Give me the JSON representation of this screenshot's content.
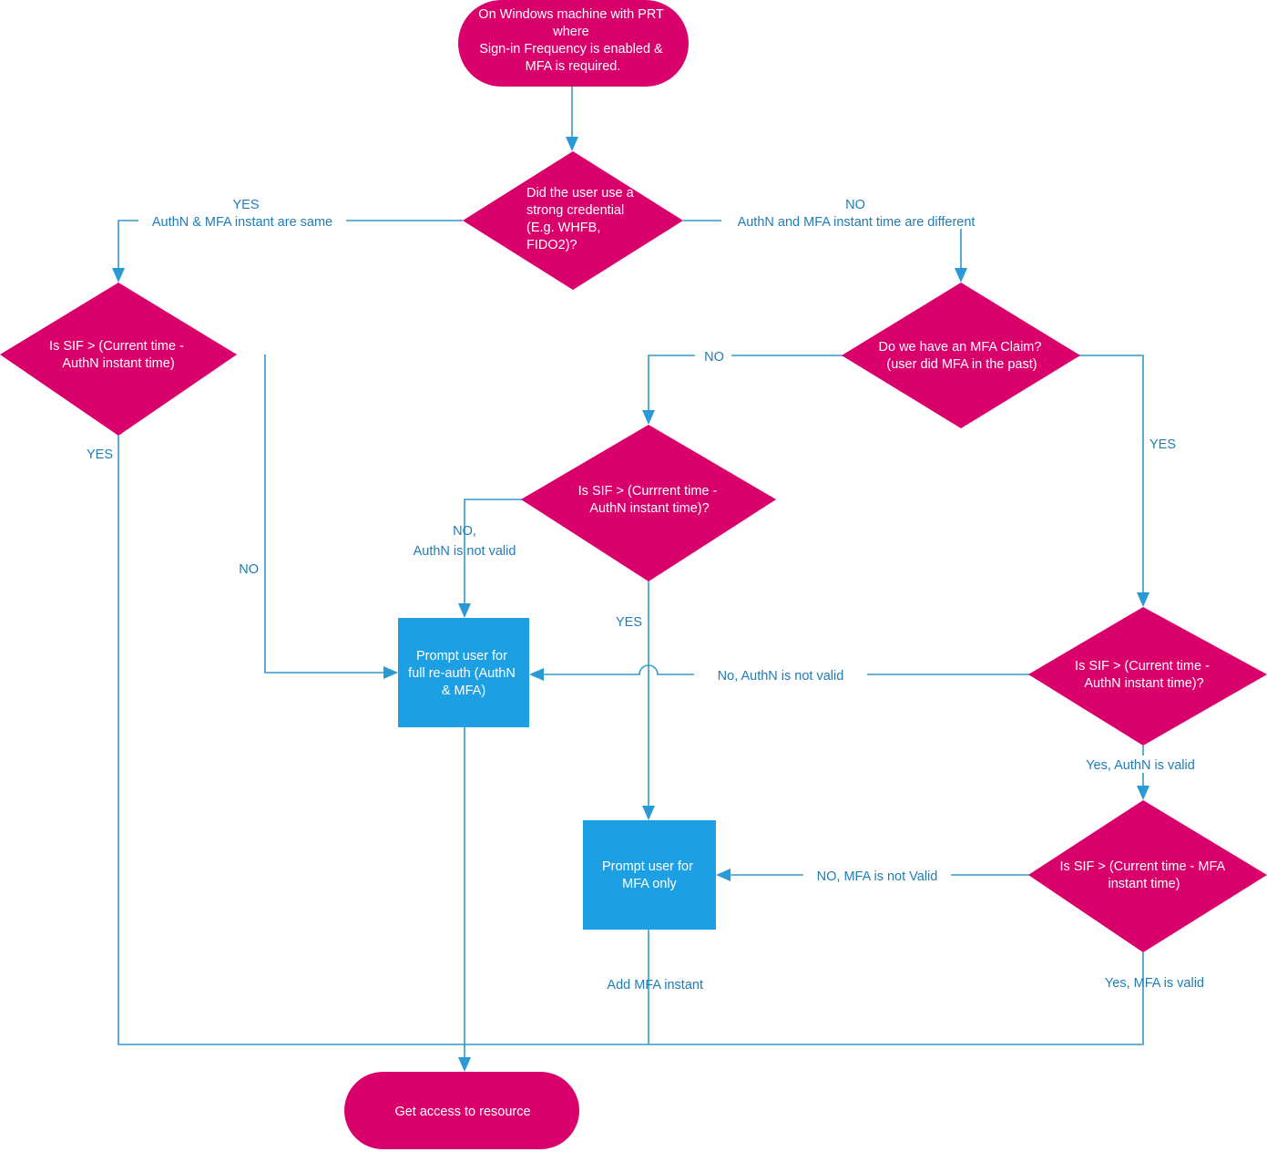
{
  "diagram": {
    "title": "Sign-in Frequency and MFA re-authentication decision flow",
    "colors": {
      "node_pink": "#D9006C",
      "node_blue": "#1CA0E3",
      "edge_blue": "#3399CC",
      "label_blue": "#1F7CB5",
      "node_text": "#FFFFFF",
      "background": "#FFFFFF"
    },
    "nodes": [
      {
        "id": "start",
        "type": "terminator",
        "color": "#D9006C",
        "lines": [
          "On Windows machine with PRT",
          "where",
          "Sign-in Frequency is enabled &",
          "MFA is required."
        ]
      },
      {
        "id": "strong-credential",
        "type": "decision",
        "color": "#D9006C",
        "lines": [
          "Did the user use a",
          "strong credential",
          "(E.g. WHFB,",
          "FIDO2)?"
        ]
      },
      {
        "id": "sif-authn-left",
        "type": "decision",
        "color": "#D9006C",
        "lines": [
          "Is SIF > (Current time -",
          "AuthN instant time)"
        ]
      },
      {
        "id": "mfa-claim",
        "type": "decision",
        "color": "#D9006C",
        "lines": [
          "Do we have an MFA Claim?",
          "(user did MFA in the past)"
        ]
      },
      {
        "id": "sif-authn-mid",
        "type": "decision",
        "color": "#D9006C",
        "lines": [
          "Is SIF > (Currrent time -",
          "AuthN instant time)?"
        ]
      },
      {
        "id": "sif-authn-right",
        "type": "decision",
        "color": "#D9006C",
        "lines": [
          "Is SIF > (Current time -",
          "AuthN instant time)?"
        ]
      },
      {
        "id": "sif-mfa-right",
        "type": "decision",
        "color": "#D9006C",
        "lines": [
          "Is SIF >  (Current time - MFA",
          "instant time)"
        ]
      },
      {
        "id": "prompt-full-reauth",
        "type": "process",
        "color": "#1CA0E3",
        "lines": [
          "Prompt user for",
          "full re-auth (AuthN",
          "& MFA)"
        ]
      },
      {
        "id": "prompt-mfa-only",
        "type": "process",
        "color": "#1CA0E3",
        "lines": [
          "Prompt user for",
          "MFA only"
        ]
      },
      {
        "id": "end",
        "type": "terminator",
        "color": "#D9006C",
        "lines": [
          "Get access to resource"
        ]
      }
    ],
    "edge_labels": {
      "yes_top_left": "YES",
      "authn_mfa_same": "AuthN & MFA instant are same",
      "no_top_right": "NO",
      "authn_mfa_different": "AuthN and MFA instant time are different",
      "yes_left_down": "YES",
      "no_left_right": "NO",
      "no_mfa_claim": "NO",
      "yes_mfa_claim": "YES",
      "no_authn_not_valid_mid": "NO,",
      "no_authn_not_valid_mid2": "AuthN is not valid",
      "yes_mid_down": "YES",
      "no_authn_not_valid_right": "No, AuthN is not valid",
      "yes_authn_is_valid": "Yes, AuthN is valid",
      "no_mfa_not_valid": "NO, MFA is not Valid",
      "yes_mfa_is_valid": "Yes, MFA is valid",
      "add_mfa_instant": "Add MFA instant"
    }
  }
}
